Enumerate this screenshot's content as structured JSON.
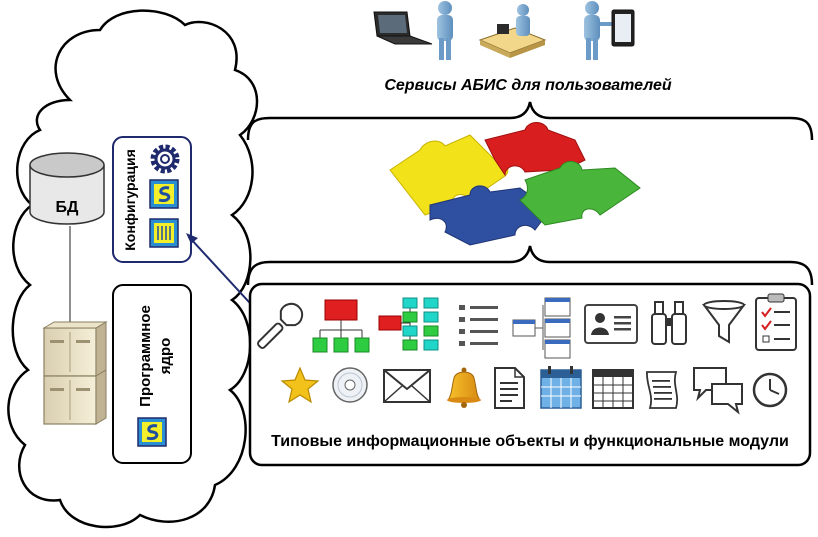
{
  "services_title": "Сервисы АБИС для пользователей",
  "db_label": "БД",
  "config_label": "Конфигурация",
  "core_label_line1": "Программное",
  "core_label_line2": "ядро",
  "modules_caption": "Типовые информационные объекты и функциональные модули",
  "colors": {
    "puzzle_yellow": "#f2e21a",
    "puzzle_red": "#d81e1e",
    "puzzle_blue": "#2f4fa0",
    "puzzle_green": "#49b53a",
    "config_border": "#1f2a6e",
    "connector": "#1f2a6e",
    "org_red": "#e02020",
    "org_green": "#2ecc40",
    "org_cyan": "#20d6c8"
  },
  "icons_row1": [
    "wrench-icon",
    "org-chart-icon",
    "tree-chart-icon",
    "bullet-list-icon",
    "linked-list-icon",
    "id-card-icon",
    "binoculars-icon",
    "funnel-icon",
    "clipboard-checklist-icon"
  ],
  "icons_row2": [
    "star-icon",
    "cd-disc-icon",
    "envelope-icon",
    "bell-icon",
    "document-icon",
    "calendar-blue-icon",
    "calendar-grid-icon",
    "scroll-icon",
    "chat-bubbles-icon",
    "clock-icon"
  ],
  "service_icons": [
    "laptop-user-icon",
    "operator-desk-icon",
    "tablet-user-icon"
  ]
}
